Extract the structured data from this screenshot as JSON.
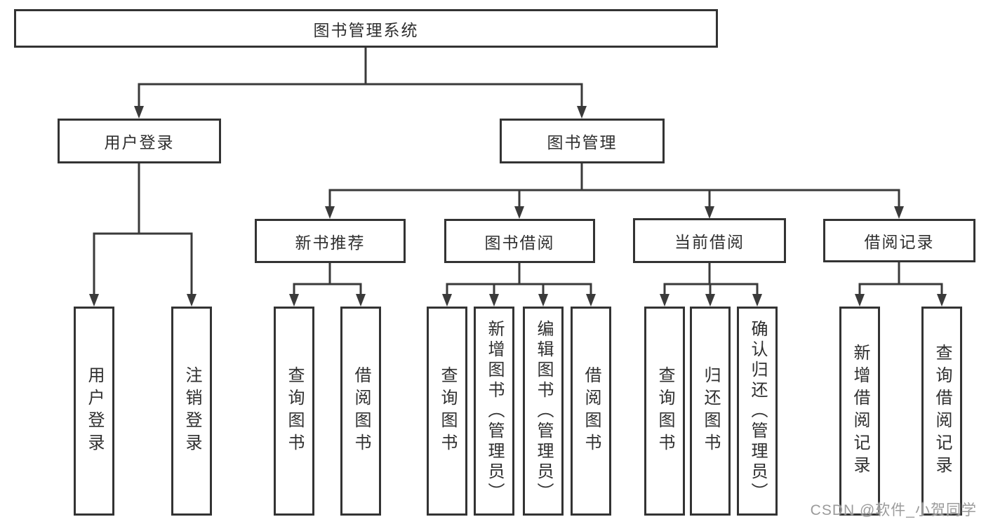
{
  "diagram": {
    "root": "图书管理系统",
    "level2": {
      "user_login": "用户登录",
      "book_management": "图书管理"
    },
    "level3": {
      "new_book_recommend": "新书推荐",
      "book_borrow": "图书借阅",
      "current_borrow": "当前借阅",
      "borrow_records": "借阅记录"
    },
    "leaves": {
      "user_login": [
        "用户登录",
        "注销登录"
      ],
      "new_book_recommend": [
        "查询图书",
        "借阅图书"
      ],
      "book_borrow": [
        "查询图书",
        "新增图书（管理员）",
        "编辑图书（管理员）",
        "借阅图书"
      ],
      "current_borrow": [
        "查询图书",
        "归还图书",
        "确认归还（管理员）"
      ],
      "borrow_records": [
        "新增借阅记录",
        "查询借阅记录"
      ]
    },
    "watermark": "CSDN @软件_小贺同学",
    "colors": {
      "line": "#3a3a3a",
      "border": "#333333",
      "text": "#2f2f2f",
      "watermark_text": "#9b9b9b",
      "background": "#ffffff"
    }
  }
}
